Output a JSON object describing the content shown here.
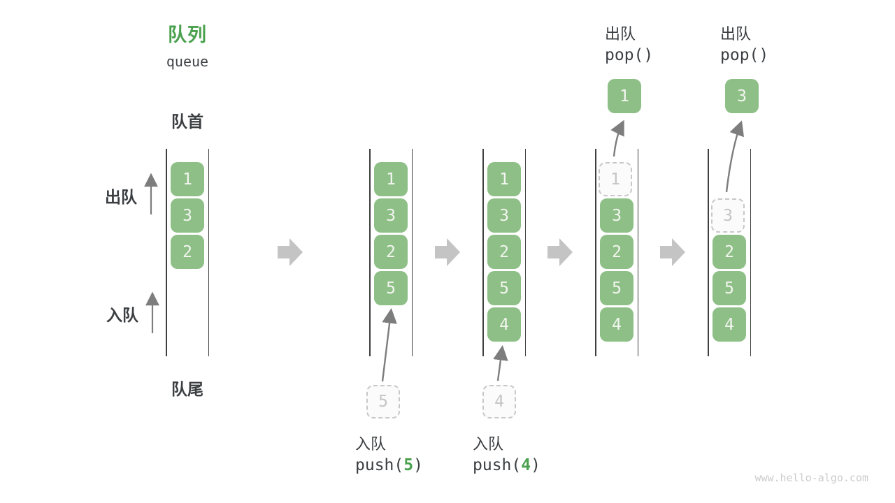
{
  "title": {
    "zh": "队列",
    "en": "queue"
  },
  "labels": {
    "front": "队首",
    "rear": "队尾",
    "dequeue": "出队",
    "enqueue": "入队"
  },
  "watermark": "www.hello-algo.com",
  "colors": {
    "accent_green": "#4aa14e",
    "cell_green": "#8dbf86",
    "cell_text": "#f3f5f0",
    "removed_border": "#c8c8c8",
    "removed_text": "#c5c5c5",
    "stage_arrow_gray": "#c4c4c4",
    "thin_arrow_gray": "#7d7d7d",
    "wall_dark": "#3f3f3f",
    "text_dark": "#3a3e41",
    "watermark_gray": "#cccccc"
  },
  "stages": [
    {
      "name": "initial",
      "cells": [
        {
          "value": "1",
          "state": "filled"
        },
        {
          "value": "3",
          "state": "filled"
        },
        {
          "value": "2",
          "state": "filled"
        }
      ]
    },
    {
      "name": "after-push-5",
      "cells": [
        {
          "value": "1",
          "state": "filled"
        },
        {
          "value": "3",
          "state": "filled"
        },
        {
          "value": "2",
          "state": "filled"
        },
        {
          "value": "5",
          "state": "filled"
        }
      ],
      "pending_value": "5",
      "operation": {
        "type": "enqueue",
        "label": "入队",
        "code_prefix": "push(",
        "arg": "5",
        "code_suffix": ")"
      }
    },
    {
      "name": "after-push-4",
      "cells": [
        {
          "value": "1",
          "state": "filled"
        },
        {
          "value": "3",
          "state": "filled"
        },
        {
          "value": "2",
          "state": "filled"
        },
        {
          "value": "5",
          "state": "filled"
        },
        {
          "value": "4",
          "state": "filled"
        }
      ],
      "pending_value": "4",
      "operation": {
        "type": "enqueue",
        "label": "入队",
        "code_prefix": "push(",
        "arg": "4",
        "code_suffix": ")"
      }
    },
    {
      "name": "after-pop-1",
      "cells": [
        {
          "value": "1",
          "state": "removed"
        },
        {
          "value": "3",
          "state": "filled"
        },
        {
          "value": "2",
          "state": "filled"
        },
        {
          "value": "5",
          "state": "filled"
        },
        {
          "value": "4",
          "state": "filled"
        }
      ],
      "popped_value": "1",
      "operation": {
        "type": "dequeue",
        "label": "出队",
        "code": "pop()"
      }
    },
    {
      "name": "after-pop-3",
      "cells": [
        {
          "value": "3",
          "state": "removed"
        },
        {
          "value": "2",
          "state": "filled"
        },
        {
          "value": "5",
          "state": "filled"
        },
        {
          "value": "4",
          "state": "filled"
        }
      ],
      "popped_value": "3",
      "operation": {
        "type": "dequeue",
        "label": "出队",
        "code": "pop()"
      }
    }
  ]
}
